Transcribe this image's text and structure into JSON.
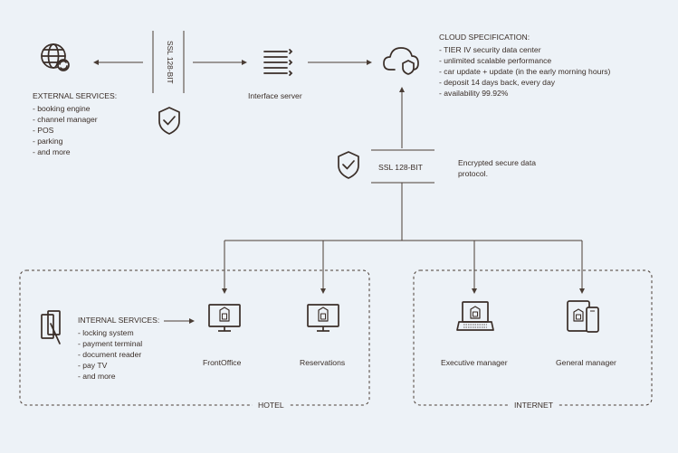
{
  "colors": {
    "background": "#edf2f7",
    "ink": "#3a2e28",
    "line": "#4a3d35"
  },
  "external": {
    "title": "EXTERNAL SERVICES:",
    "items": [
      "booking engine",
      "channel manager",
      "POS",
      "parking",
      "and more"
    ]
  },
  "ssl_top": "SSL 128-BIT",
  "interface_server": "Interface server",
  "cloud": {
    "title": "CLOUD SPECIFICATION:",
    "items": [
      "TIER IV security data center",
      "unlimited scalable performance",
      "car update + update (in the early morning hours)",
      "deposit 14 days back, every day",
      "availability 99.92%"
    ]
  },
  "ssl_middle": "SSL 128-BIT",
  "encrypted": [
    "Encrypted secure data",
    "protocol."
  ],
  "internal": {
    "title": "INTERNAL SERVICES:",
    "items": [
      "locking system",
      "payment terminal",
      "document reader",
      "pay TV",
      "and more"
    ]
  },
  "nodes": {
    "frontoffice": "FrontOffice",
    "reservations": "Reservations",
    "executive": "Executive manager",
    "general": "General manager"
  },
  "groups": {
    "hotel": "HOTEL",
    "internet": "INTERNET"
  },
  "icons": [
    "globe-sync-icon",
    "shield-check-icon",
    "server-icon",
    "cloud-shield-icon",
    "keycard-icon",
    "monitor-hotel-icon",
    "laptop-hotel-icon",
    "tablet-phone-icon"
  ]
}
